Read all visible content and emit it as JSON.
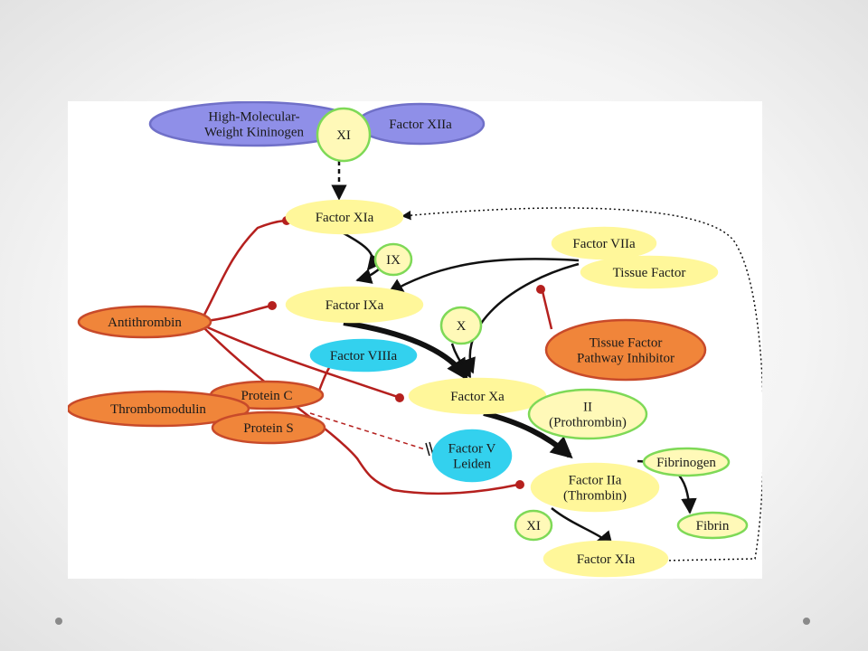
{
  "diagram": {
    "nodes": [
      {
        "id": "hmwk",
        "lines": [
          "High-Molecular-",
          "Weight Kininogen"
        ],
        "fill": "#8f8fe8",
        "stroke": "#7070c8"
      },
      {
        "id": "xiia",
        "lines": [
          "Factor XIIa"
        ],
        "fill": "#8f8fe8",
        "stroke": "#7070c8"
      },
      {
        "id": "xi_top",
        "lines": [
          "XI"
        ],
        "fill": "#fff9b8",
        "stroke": "#7ed957"
      },
      {
        "id": "xia_top",
        "lines": [
          "Factor XIa"
        ],
        "fill": "#fff79a",
        "stroke": "#fff79a"
      },
      {
        "id": "viia",
        "lines": [
          "Factor VIIa"
        ],
        "fill": "#fff79a",
        "stroke": "#fff79a"
      },
      {
        "id": "tf",
        "lines": [
          "Tissue Factor"
        ],
        "fill": "#fff79a",
        "stroke": "#fff79a"
      },
      {
        "id": "ix",
        "lines": [
          "IX"
        ],
        "fill": "#fff9b8",
        "stroke": "#7ed957"
      },
      {
        "id": "ixa",
        "lines": [
          "Factor IXa"
        ],
        "fill": "#fff79a",
        "stroke": "#fff79a"
      },
      {
        "id": "antithrombin",
        "lines": [
          "Antithrombin"
        ],
        "fill": "#f0853a",
        "stroke": "#c84a2a"
      },
      {
        "id": "x",
        "lines": [
          "X"
        ],
        "fill": "#fff9b8",
        "stroke": "#7ed957"
      },
      {
        "id": "tfpi",
        "lines": [
          "Tissue Factor",
          "Pathway Inhibitor"
        ],
        "fill": "#f0853a",
        "stroke": "#c84a2a"
      },
      {
        "id": "viiia",
        "lines": [
          "Factor VIIIa"
        ],
        "fill": "#33d1ee",
        "stroke": "#33d1ee"
      },
      {
        "id": "xa",
        "lines": [
          "Factor Xa"
        ],
        "fill": "#fff79a",
        "stroke": "#fff79a"
      },
      {
        "id": "proteinc",
        "lines": [
          "Protein C"
        ],
        "fill": "#f0853a",
        "stroke": "#c84a2a"
      },
      {
        "id": "thrombomodulin",
        "lines": [
          "Thrombomodulin"
        ],
        "fill": "#f0853a",
        "stroke": "#c84a2a"
      },
      {
        "id": "proteins",
        "lines": [
          "Protein S"
        ],
        "fill": "#f0853a",
        "stroke": "#c84a2a"
      },
      {
        "id": "prothrombin",
        "lines": [
          "II",
          "(Prothrombin)"
        ],
        "fill": "#fff9b8",
        "stroke": "#7ed957"
      },
      {
        "id": "fvleiden",
        "lines": [
          "Factor V",
          "Leiden"
        ],
        "fill": "#33d1ee",
        "stroke": "#33d1ee"
      },
      {
        "id": "fibrinogen",
        "lines": [
          "Fibrinogen"
        ],
        "fill": "#fff9b8",
        "stroke": "#7ed957"
      },
      {
        "id": "thrombin",
        "lines": [
          "Factor IIa",
          "(Thrombin)"
        ],
        "fill": "#fff79a",
        "stroke": "#fff79a"
      },
      {
        "id": "xi_bottom",
        "lines": [
          "XI"
        ],
        "fill": "#fff9b8",
        "stroke": "#7ed957"
      },
      {
        "id": "fibrin",
        "lines": [
          "Fibrin"
        ],
        "fill": "#fff9b8",
        "stroke": "#7ed957"
      },
      {
        "id": "xia_bottom",
        "lines": [
          "Factor XIa"
        ],
        "fill": "#fff79a",
        "stroke": "#fff79a"
      }
    ]
  },
  "colors": {
    "activation": "#111111",
    "inhibition": "#b5201e",
    "inhibition_end": "#b5201e"
  }
}
